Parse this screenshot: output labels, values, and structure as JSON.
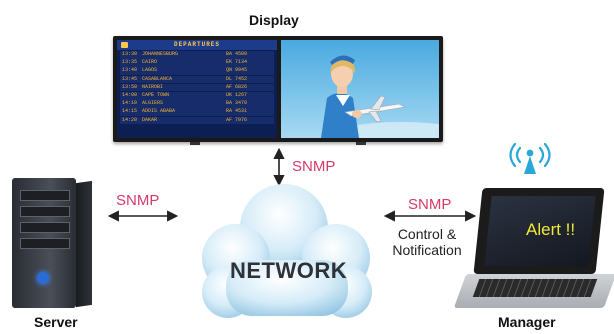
{
  "labels": {
    "display": "Display",
    "server": "Server",
    "manager": "Manager",
    "snmp_display": "SNMP",
    "snmp_server": "SNMP",
    "snmp_manager": "SNMP",
    "control_line1": "Control &",
    "control_line2": "Notification",
    "network": "NETWORK",
    "alert": "Alert !!"
  },
  "departures_board": {
    "header": "DEPARTURES",
    "rows": [
      {
        "time": "13:30",
        "destination": "JOHANNESBURG",
        "flight": "BA 4509"
      },
      {
        "time": "13:35",
        "destination": "CAIRO",
        "flight": "EK 7134"
      },
      {
        "time": "13:40",
        "destination": "LAGOS",
        "flight": "QN 9945"
      },
      {
        "time": "13:45",
        "destination": "CASABLANCA",
        "flight": "DL 7452"
      },
      {
        "time": "13:50",
        "destination": "NAIROBI",
        "flight": "AF 6826"
      },
      {
        "time": "14:00",
        "destination": "CAPE TOWN",
        "flight": "UK 1267"
      },
      {
        "time": "14:10",
        "destination": "ALGIERS",
        "flight": "BA 3470"
      },
      {
        "time": "14:15",
        "destination": "ADDIS ABABA",
        "flight": "RA 4531"
      },
      {
        "time": "14:20",
        "destination": "DAKAR",
        "flight": "AF 7976"
      }
    ]
  },
  "colors": {
    "snmp_text": "#d43b6a",
    "alert_text": "#f1e83a",
    "signal_icon": "#2aa6d8",
    "arrow": "#222222",
    "cloud_light": "#e8f4fb",
    "cloud_dark": "#8fc3e2"
  },
  "icons": [
    "server-icon",
    "display-icon",
    "laptop-icon",
    "cloud-icon",
    "wireless-signal-icon"
  ]
}
